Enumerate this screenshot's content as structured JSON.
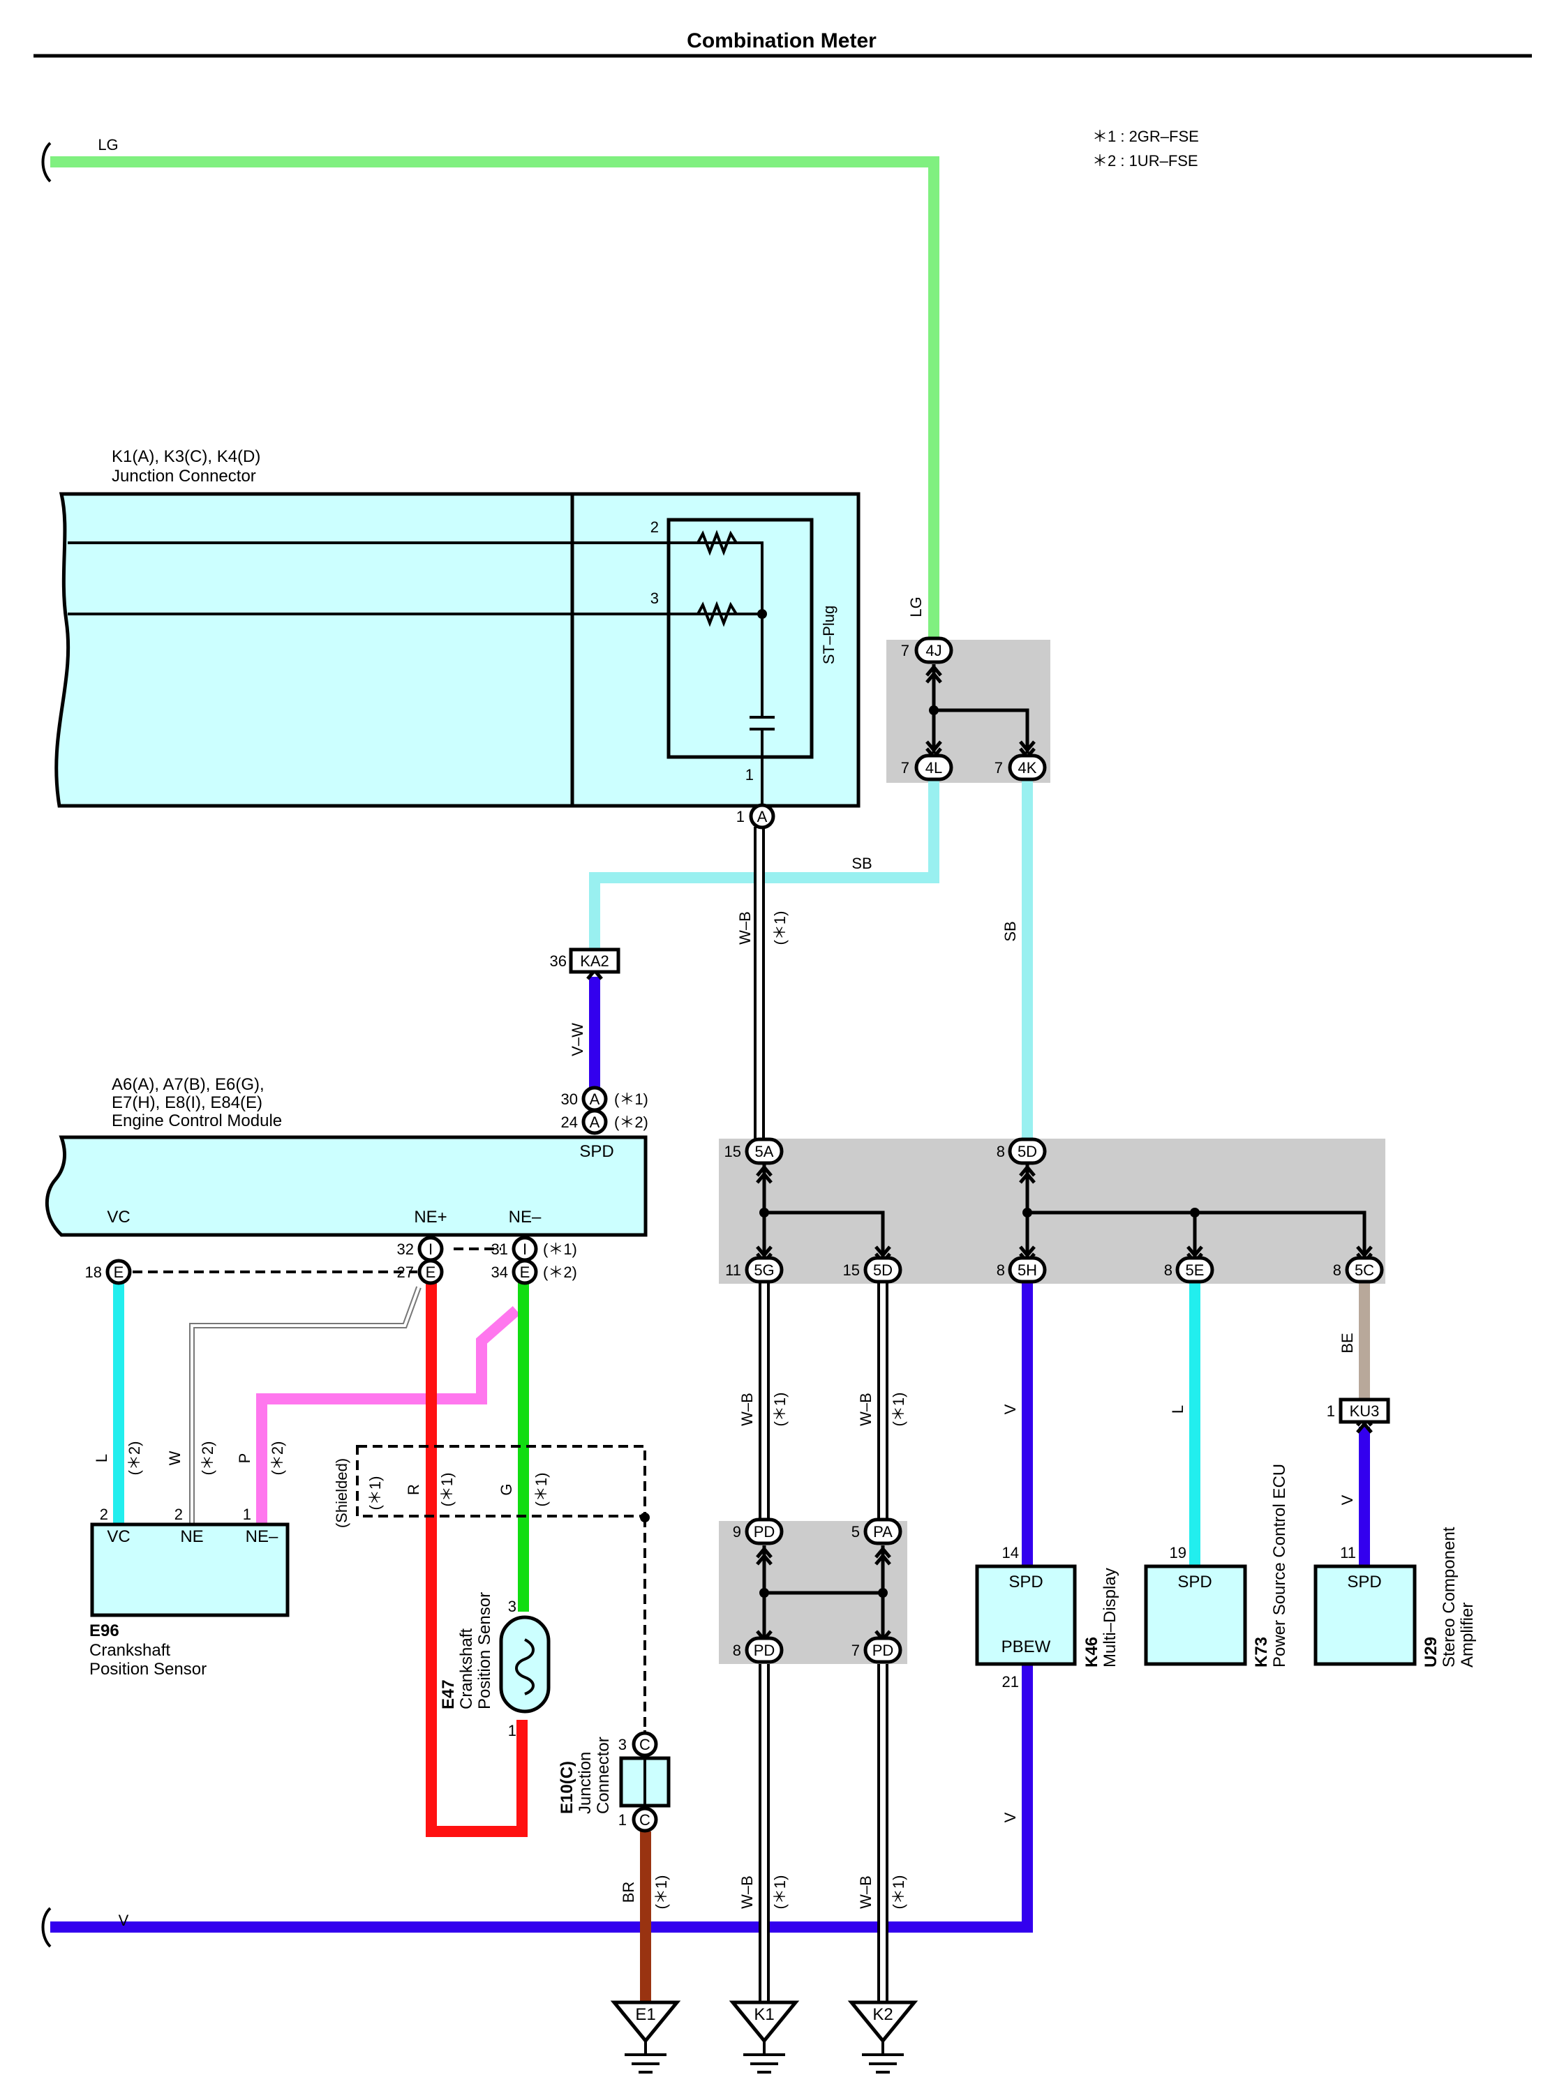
{
  "title": "Combination Meter",
  "notes": [
    "＊1 : 2GR–FSE",
    "＊2 : 1UR–FSE"
  ],
  "colors": {
    "LG": "#80f080",
    "SB": "#99f0f0",
    "V": "#3300ee",
    "R": "#ff1111",
    "G": "#11dd11",
    "P": "#ff77ee",
    "L": "#22eeee",
    "BE": "#b8a89a",
    "BR": "#993311",
    "box": "#ccffff",
    "group": "#cccccc"
  },
  "components": {
    "junction_connector": {
      "id": "K1(A), K3(C), K4(D)",
      "name": "Junction Connector",
      "plug": "ST–Plug",
      "pins": [
        "2",
        "3",
        "1"
      ]
    },
    "ecm": {
      "id_line1": "A6(A), A7(B), E6(G),",
      "id_line2": "E7(H), E8(I), E84(E)",
      "name": "Engine Control Module",
      "terms": [
        "VC",
        "NE+",
        "NE–",
        "SPD"
      ]
    },
    "e96": {
      "id": "E96",
      "name_line1": "Crankshaft",
      "name_line2": "Position Sensor",
      "terms": [
        "VC",
        "NE",
        "NE–"
      ]
    },
    "e47": {
      "id": "E47",
      "name_line1": "Crankshaft",
      "name_line2": "Position Sensor"
    },
    "e10": {
      "id": "E10(C)",
      "name_line1": "Junction",
      "name_line2": "Connector"
    },
    "k46": {
      "id": "K46",
      "name": "Multi–Display",
      "terms": [
        "SPD",
        "PBEW"
      ]
    },
    "k73": {
      "id": "K73",
      "name": "Power Source Control ECU",
      "term": "SPD"
    },
    "u29": {
      "id": "U29",
      "name_line1": "Stereo Component",
      "name_line2": "Amplifier",
      "term": "SPD"
    }
  },
  "connectors": [
    "4J",
    "4L",
    "4K",
    "A",
    "KA2",
    "A",
    "A",
    "I",
    "E",
    "I",
    "E",
    "E",
    "5A",
    "5D",
    "5G",
    "5D",
    "5H",
    "5E",
    "5C",
    "KU3",
    "PD",
    "PA",
    "PD",
    "PD",
    "C",
    "C"
  ],
  "grounds": [
    "E1",
    "K1",
    "K2"
  ],
  "wire_labels": [
    "LG",
    "LG",
    "SB",
    "SB",
    "V–W",
    "W–B",
    "(＊1)",
    "V",
    "L",
    "BE",
    "V",
    "V",
    "V",
    "L",
    "(＊2)",
    "W",
    "(＊2)",
    "P",
    "(＊2)",
    "R",
    "(＊1)",
    "G",
    "(＊1)",
    "(Shielded)",
    "(＊1)",
    "BR",
    "(＊1)",
    "W–B",
    "(＊1)",
    "W–B",
    "(＊1)",
    "W–B",
    "(＊1)",
    "W–B",
    "(＊1)",
    "W–B",
    "(＊1)"
  ],
  "pin_numbers": [
    "7",
    "7",
    "7",
    "1",
    "36",
    "30",
    "24",
    "(＊1)",
    "(＊2)",
    "32",
    "31",
    "(＊1)",
    "18",
    "27",
    "34",
    "(＊2)",
    "15",
    "8",
    "11",
    "15",
    "8",
    "8",
    "8",
    "1",
    "9",
    "5",
    "8",
    "7",
    "14",
    "21",
    "19",
    "11",
    "3",
    "1",
    "2",
    "2",
    "1",
    "3",
    "1"
  ]
}
